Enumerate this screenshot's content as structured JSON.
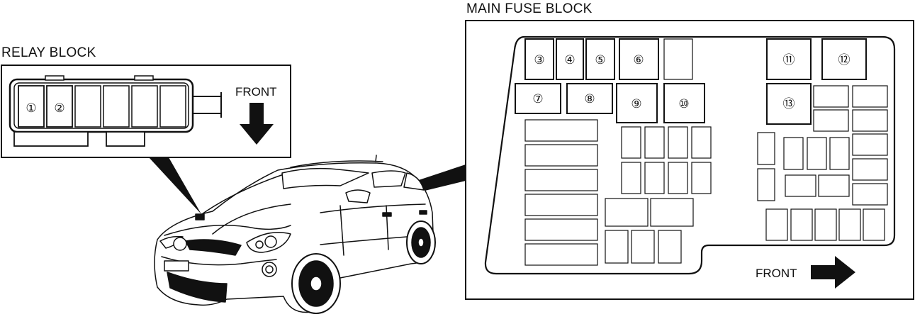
{
  "relay_block": {
    "title": "RELAY BLOCK",
    "front_label": "FRONT",
    "slots": [
      "①",
      "②"
    ]
  },
  "main_fuse_block": {
    "title": "MAIN FUSE BLOCK",
    "front_label": "FRONT",
    "slots": [
      "③",
      "④",
      "⑤",
      "⑥",
      "⑦",
      "⑧",
      "⑨",
      "⑩",
      "⑪",
      "⑫",
      "⑬"
    ]
  }
}
